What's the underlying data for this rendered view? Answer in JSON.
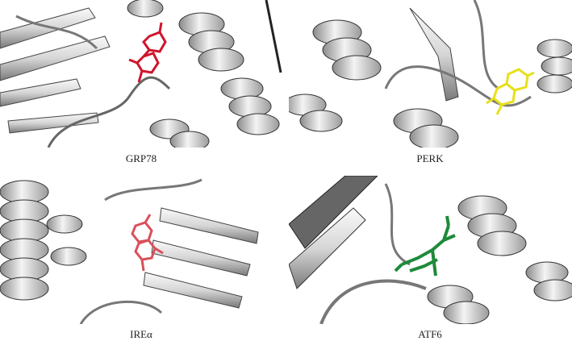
{
  "panels": [
    {
      "label": "GRP78",
      "ligand_color": "#d0142c"
    },
    {
      "label": "PERK",
      "ligand_color": "#e8e01a"
    },
    {
      "label": "IREα",
      "ligand_color": "#d9505a"
    },
    {
      "label": "ATF6",
      "ligand_color": "#1e8a3a"
    }
  ],
  "colors": {
    "ribbon_light": "#f2f2f2",
    "ribbon_mid": "#b8b8b8",
    "ribbon_dark": "#555555"
  }
}
